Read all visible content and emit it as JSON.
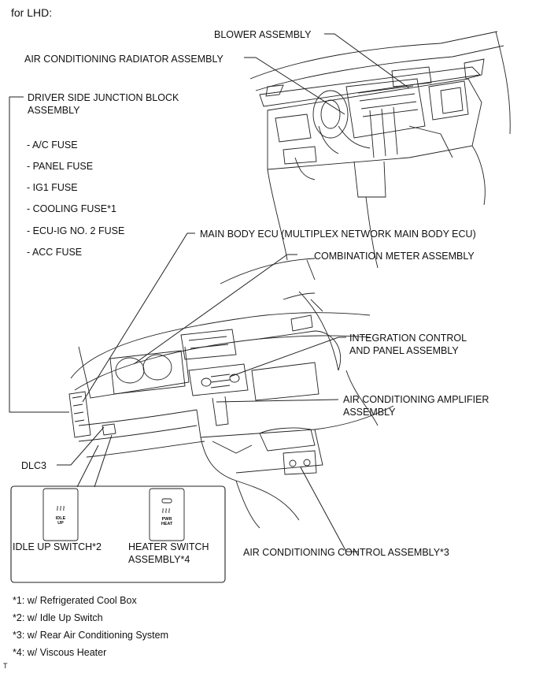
{
  "heading": "for LHD:",
  "labels": {
    "blower": "BLOWER ASSEMBLY",
    "radiator": "AIR CONDITIONING RADIATOR ASSEMBLY",
    "junction_block_1": "DRIVER SIDE JUNCTION BLOCK",
    "junction_block_2": "ASSEMBLY",
    "main_body_ecu": "MAIN BODY ECU (MULTIPLEX NETWORK MAIN BODY ECU)",
    "combination_meter": "COMBINATION METER ASSEMBLY",
    "integration_1": "INTEGRATION CONTROL",
    "integration_2": "AND PANEL ASSEMBLY",
    "amplifier_1": "AIR CONDITIONING AMPLIFIER",
    "amplifier_2": "ASSEMBLY",
    "dlc3": "DLC3",
    "idle_up": "IDLE UP SWITCH*2",
    "heater_1": "HEATER SWITCH",
    "heater_2": "ASSEMBLY*4",
    "control_assembly": "AIR CONDITIONING CONTROL ASSEMBLY*3"
  },
  "fuses": [
    "- A/C FUSE",
    "- PANEL FUSE",
    "- IG1 FUSE",
    "- COOLING FUSE*1",
    "- ECU-IG NO. 2 FUSE",
    "- ACC FUSE"
  ],
  "switch_text": {
    "idle_1": "IDLE",
    "idle_2": "UP",
    "pwr": "PWR",
    "heat": "HEAT"
  },
  "notes": [
    "*1: w/ Refrigerated Cool Box",
    "*2: w/ Idle Up Switch",
    "*3: w/ Rear Air Conditioning System",
    "*4: w/ Viscous Heater"
  ],
  "corner_mark": "T"
}
